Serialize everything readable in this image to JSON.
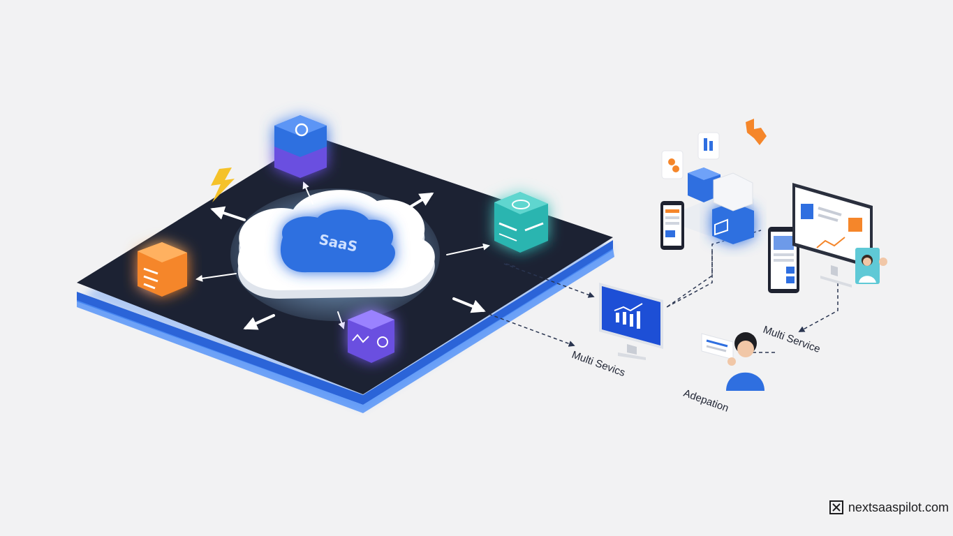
{
  "cloud": {
    "label": "SaaS"
  },
  "labels": {
    "multi_services": "Multi Sevics",
    "multi_service": "Multi Service",
    "adaptation": "Adepation"
  },
  "brand": {
    "domain": "nextsaaspilot.com"
  },
  "colors": {
    "background": "#f2f2f3",
    "platform": "#1c2233",
    "platform_glow": "#3b82f6",
    "cloud_core": "#2f6fe0",
    "cube_blue": "#2f6fe0",
    "cube_purple": "#6b4fe0",
    "cube_orange": "#f5862a",
    "cube_teal": "#2bb5b0",
    "lightning": "#f5c22a"
  },
  "icons": [
    "lightning-icon",
    "cloud-icon",
    "database-cube-icon",
    "document-cube-icon",
    "network-cube-icon",
    "analytics-cube-icon",
    "monitor-chart-icon",
    "smartphone-icon",
    "tablet-icon",
    "desktop-monitor-icon",
    "user-avatar-icon",
    "puzzle-icon",
    "brand-logo-icon"
  ]
}
